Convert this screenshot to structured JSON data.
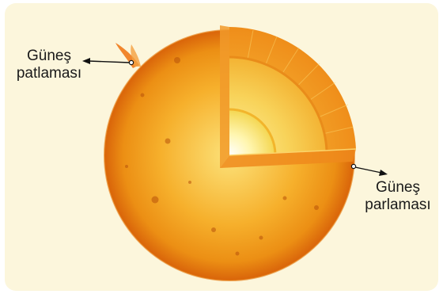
{
  "labels": {
    "flare": {
      "line1": "Güneş",
      "line2": "patlaması"
    },
    "glow": {
      "line1": "Güneş",
      "line2": "parlaması"
    }
  },
  "colors": {
    "panel": "#fcf6dc",
    "sun_outer": "#e8870e",
    "sun_inner": "#f8c33a",
    "core": "#fff8cc",
    "arrow": "#111111"
  }
}
